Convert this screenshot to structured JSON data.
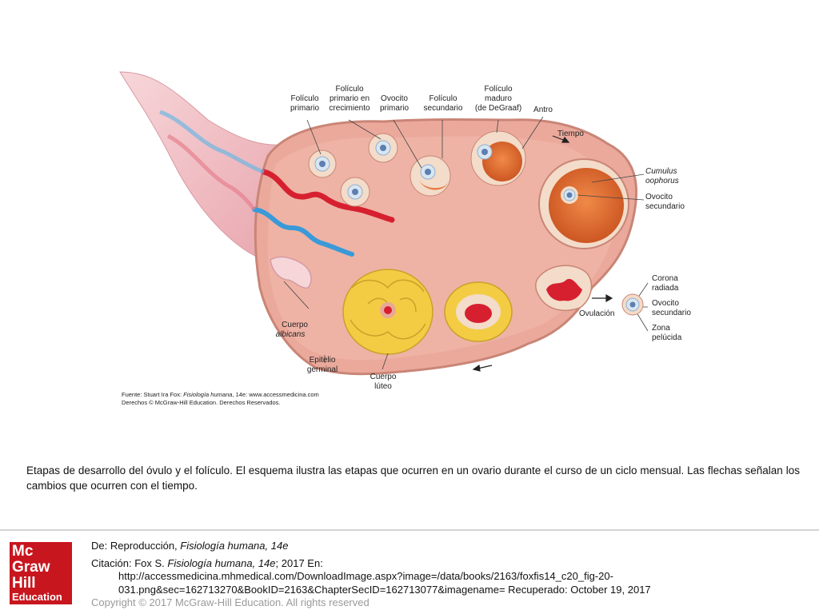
{
  "figure": {
    "labels": {
      "foliculo_primario": "Folículo\nprimario",
      "foliculo_primario_crecimiento": "Folículo\nprimario en\ncrecimiento",
      "ovocito_primario": "Ovocito\nprimario",
      "foliculo_secundario": "Folículo\nsecundario",
      "foliculo_maduro": "Folículo\nmaduro\n(de DeGraaf)",
      "antro": "Antro",
      "tiempo": "Tiempo",
      "cumulus_oophorus": "Cumulus\noophorus",
      "ovocito_secundario_1": "Ovocito\nsecundario",
      "corona_radiada": "Corona\nradiada",
      "ovocito_secundario_2": "Ovocito\nsecundario",
      "zona_pelucida": "Zona\npelúcida",
      "ovulacion": "Ovulación",
      "cuerpo_albicans_1": "Cuerpo",
      "cuerpo_albicans_2": "albicans",
      "epitelio_germinal": "Epitelio\ngerminal",
      "cuerpo_luteo": "Cuerpo\nlúteo"
    },
    "source_line1_prefix": "Fuente: Stuart Ira Fox: ",
    "source_line1_title": "Fisiología humana",
    "source_line1_suffix": ", 14e: www.accessmedicina.com",
    "source_line2": "Derechos © McGraw-Hill Education. Derechos Reservados.",
    "colors": {
      "ovary": "#e9a99c",
      "ovary_edge": "#c98576",
      "follicle_ring": "#f3dcc9",
      "antrum": "#d9652c",
      "corpus_luteum": "#f3cc44",
      "blood": "#d6202f",
      "vein": "#3a9ad9"
    }
  },
  "caption": "Etapas de desarrollo del óvulo y el folículo. El esquema ilustra las etapas que ocurren en un ovario durante el curso de un ciclo mensual. Las flechas señalan los cambios que ocurren con el tiempo.",
  "footer": {
    "logo": {
      "line1": "Mc",
      "line2": "Graw",
      "line3": "Hill",
      "line4": "Education",
      "color": "#c8161e"
    },
    "de_prefix": "De: Reproducción, ",
    "de_title": "Fisiología humana, 14e",
    "citation_prefix": "Citación: Fox S. ",
    "citation_title": "Fisiología humana, 14e",
    "citation_suffix": "; 2017 En:",
    "url_line1": "http://accessmedicina.mhmedical.com/DownloadImage.aspx?image=/data/books/2163/foxfis14_c20_fig-20-",
    "url_line2": "031.png&sec=162713270&BookID=2163&ChapterSecID=162713077&imagename= Recuperado: October 19, 2017",
    "copyright": "Copyright © 2017 McGraw-Hill Education. All rights reserved"
  }
}
